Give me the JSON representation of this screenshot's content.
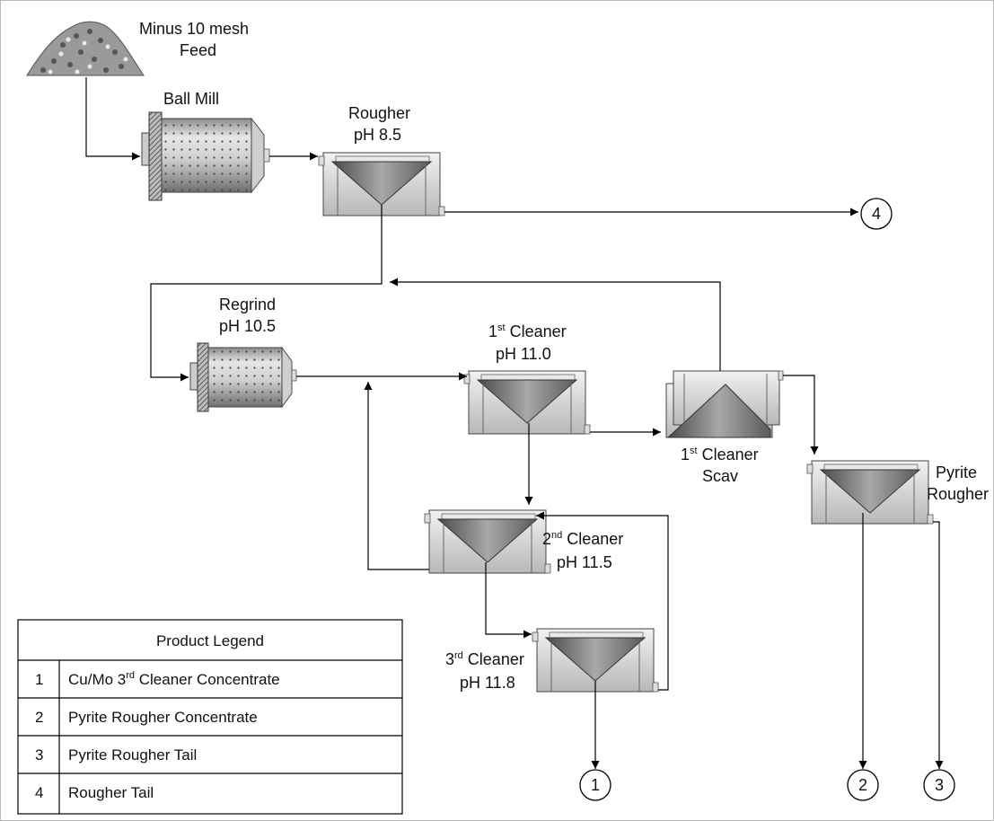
{
  "labels": {
    "feed_line1": "Minus 10 mesh",
    "feed_line2": "Feed",
    "ball_mill": "Ball Mill",
    "rougher_line1": "Rougher",
    "rougher_line2": "pH 8.5",
    "regrind_line1": "Regrind",
    "regrind_line2": "pH 10.5",
    "cleaner1_sup": "st",
    "cleaner1_prefix": "1",
    "cleaner1_word": " Cleaner",
    "cleaner1_ph": "pH 11.0",
    "scav_prefix": "1",
    "scav_sup": "st",
    "scav_word": " Cleaner",
    "scav_line2": "Scav",
    "pyrite_line1": "Pyrite",
    "pyrite_line2": "Rougher",
    "cleaner2_prefix": "2",
    "cleaner2_sup": "nd",
    "cleaner2_word": " Cleaner",
    "cleaner2_ph": "pH 11.5",
    "cleaner3_prefix": "3",
    "cleaner3_sup": "rd",
    "cleaner3_word": " Cleaner",
    "cleaner3_ph": "pH 11.8"
  },
  "products": {
    "p1": "1",
    "p2": "2",
    "p3": "3",
    "p4": "4"
  },
  "legend": {
    "title": "Product Legend",
    "rows": [
      {
        "num": "1",
        "pre": "Cu/Mo 3",
        "sup": "rd",
        "post": " Cleaner Concentrate"
      },
      {
        "num": "2",
        "pre": "Pyrite Rougher Concentrate",
        "sup": "",
        "post": ""
      },
      {
        "num": "3",
        "pre": "Pyrite Rougher Tail",
        "sup": "",
        "post": ""
      },
      {
        "num": "4",
        "pre": "Rougher Tail",
        "sup": "",
        "post": ""
      }
    ]
  }
}
